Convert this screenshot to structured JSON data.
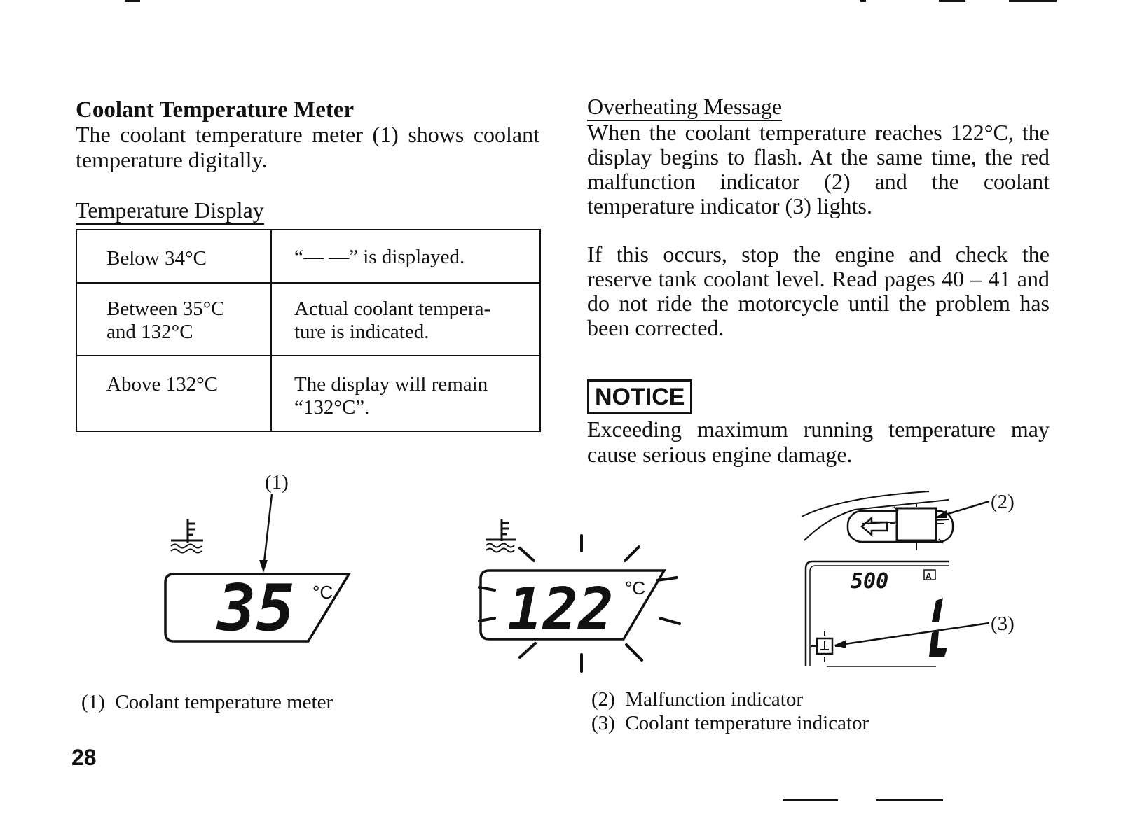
{
  "left": {
    "title": "Coolant Temperature Meter",
    "intro": "The coolant temperature meter (1) shows coolant temperature digitally.",
    "table_heading": "Temperature Display",
    "table_rows": [
      {
        "range_1": "Below 34°C",
        "range_2": "",
        "desc_1": "“— —” is displayed.",
        "desc_2": ""
      },
      {
        "range_1": "Between 35°C",
        "range_2": "and 132°C",
        "desc_1": "Actual coolant tempera-",
        "desc_2": "ture is indicated."
      },
      {
        "range_1": "Above 132°C",
        "range_2": "",
        "desc_1": "The display will remain",
        "desc_2": "“132°C”."
      }
    ]
  },
  "right": {
    "subheading": "Overheating Message",
    "paragraph1": "When the coolant temperature reaches 122°C, the display begins to flash. At the same time, the red malfunction indicator (2) and the coolant temperature indicator (3) lights.",
    "paragraph2": "If this occurs, stop the engine and check the reserve tank coolant level. Read pages 40 – 41 and do not ride the motorcycle until the problem has been corrected.",
    "notice_label": "NOTICE",
    "notice_text": "Exceeding maximum running temperature may cause serious engine damage."
  },
  "figures": {
    "meter_callout": "(1)",
    "meter_reading": "35",
    "meter_unit": "°C",
    "flash_reading": "122",
    "flash_unit": "°C",
    "callout_2": "(2)",
    "callout_3": "(3)",
    "odometer": "500",
    "mode_badge": "A",
    "icons": [
      "coolant-thermometer-icon",
      "left-arrow-icon"
    ]
  },
  "captions": {
    "caption_1": "(1)  Coolant temperature meter",
    "caption_2": "(2)  Malfunction indicator",
    "caption_3": "(3)  Coolant temperature indicator"
  },
  "page_number": "28"
}
